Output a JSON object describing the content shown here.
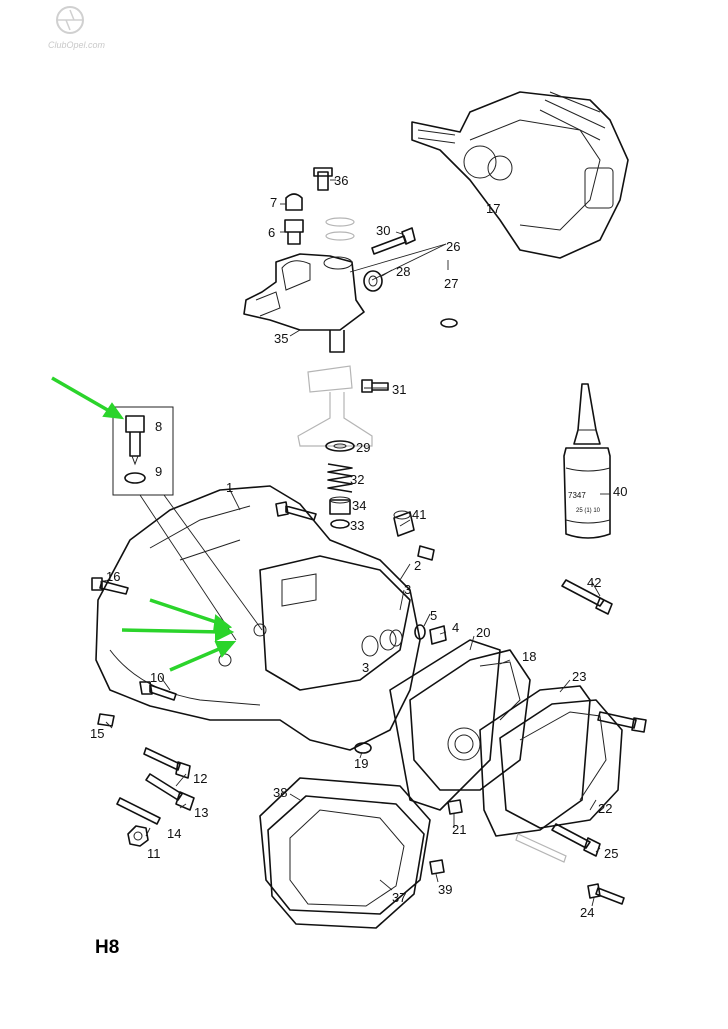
{
  "diagram": {
    "title": "H8",
    "watermark": "ClubOpel.com",
    "accent_color": "#2bd42b",
    "part_labels": [
      "1",
      "2",
      "3",
      "3",
      "4",
      "5",
      "6",
      "7",
      "8",
      "9",
      "10",
      "11",
      "12",
      "13",
      "14",
      "15",
      "16",
      "17",
      "18",
      "19",
      "20",
      "21",
      "22",
      "23",
      "24",
      "25",
      "26",
      "27",
      "28",
      "29",
      "30",
      "31",
      "32",
      "33",
      "34",
      "35",
      "36",
      "37",
      "38",
      "39",
      "40",
      "41",
      "42"
    ],
    "sealant_bottle_text": [
      "7347",
      "25 (1) 10"
    ]
  }
}
